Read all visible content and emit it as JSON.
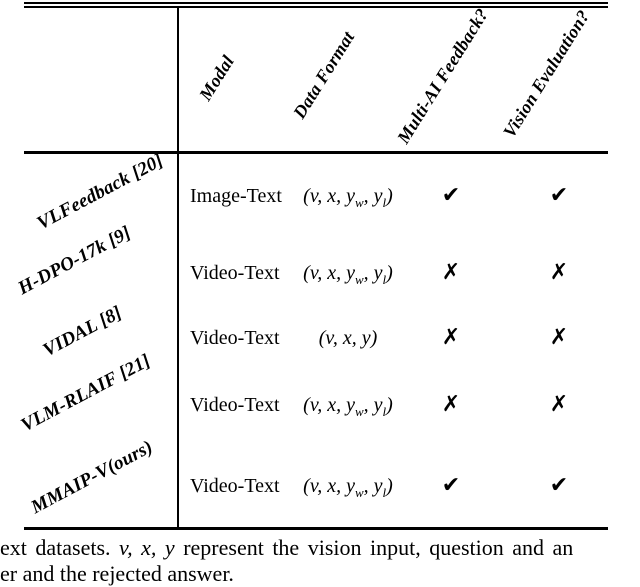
{
  "table": {
    "columns": [
      {
        "label": "Modal"
      },
      {
        "label": "Data Format"
      },
      {
        "label": "Multi-AI Feedback?"
      },
      {
        "label": "Vision Evaluation?"
      }
    ],
    "rows": [
      {
        "label": "VLFeedback [20]",
        "modal": "Image-Text",
        "data_format_html": "(v, x, y<sub>w</sub>, y<sub>l</sub>)",
        "multi_ai_feedback": "✔",
        "vision_evaluation": "✔"
      },
      {
        "label": "H-DPO-17k [9]",
        "modal": "Video-Text",
        "data_format_html": "(v, x, y<sub>w</sub>, y<sub>l</sub>)",
        "multi_ai_feedback": "✗",
        "vision_evaluation": "✗"
      },
      {
        "label": "VIDAL [8]",
        "modal": "Video-Text",
        "data_format_html": "(v, x, y)",
        "multi_ai_feedback": "✗",
        "vision_evaluation": "✗"
      },
      {
        "label": "VLM-RLAIF [21]",
        "modal": "Video-Text",
        "data_format_html": "(v, x, y<sub>w</sub>, y<sub>l</sub>)",
        "multi_ai_feedback": "✗",
        "vision_evaluation": "✗"
      },
      {
        "label": "MMAIP-V(ours)",
        "modal": "Video-Text",
        "data_format_html": "(v, x, y<sub>w</sub>, y<sub>l</sub>)",
        "multi_ai_feedback": "✔",
        "vision_evaluation": "✔"
      }
    ]
  },
  "caption": {
    "line1_html": "ext datasets.  <i>v, x, y</i> represent the vision input, question and an",
    "line2": "er and the rejected answer."
  },
  "colors": {
    "text": "#000000",
    "background": "#ffffff"
  }
}
